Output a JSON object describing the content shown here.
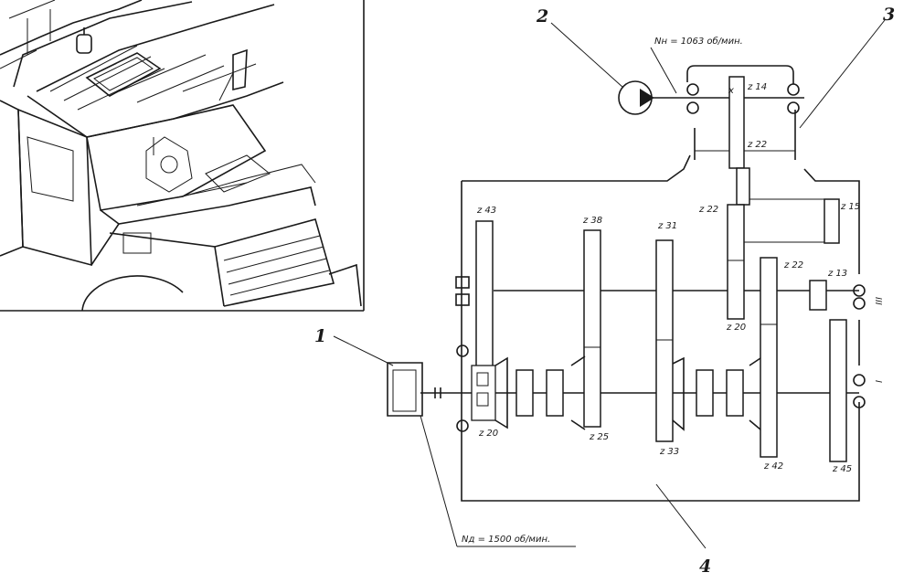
{
  "callouts": {
    "c1": "1",
    "c2": "2",
    "c3": "3",
    "c4": "4"
  },
  "annotations": {
    "pump_speed": "Nн = 1063 об/мин.",
    "engine_speed": "Nд = 1500 об/мин."
  },
  "gears": {
    "z14": "z 14",
    "z22_pump": "z 22",
    "z22_mid": "z 22",
    "z15": "z 15",
    "z43": "z 43",
    "z38": "z 38",
    "z31": "z 31",
    "z22_low": "z 22",
    "z13": "z 13",
    "z20_top": "z 20",
    "z20_low": "z 20",
    "z25": "z 25",
    "z33": "z 33",
    "z42": "z 42",
    "z45": "z 45"
  },
  "shaft_marks": {
    "upper": "III",
    "lower": "I"
  },
  "pump_symbol": "x"
}
